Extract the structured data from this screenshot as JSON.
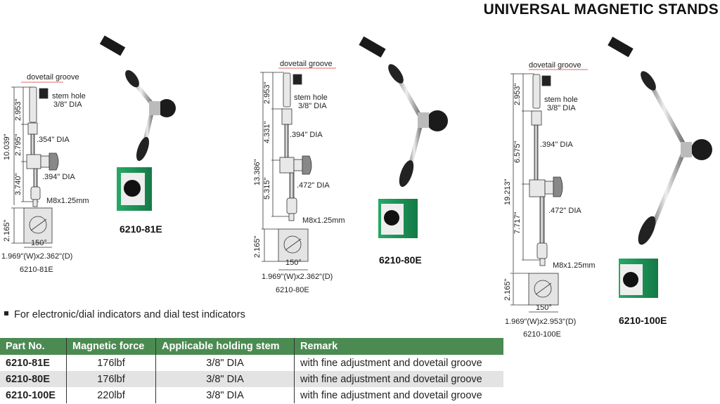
{
  "page": {
    "title": "UNIVERSAL MAGNETIC STANDS",
    "note": "For electronic/dial indicators and dial test indicators"
  },
  "drawings": [
    {
      "model": "6210-81E",
      "dovetail": "dovetail groove",
      "stem_hole": [
        "stem  hole",
        "3/8\" DIA"
      ],
      "total": "10.039\"",
      "segments": [
        "2.953\"",
        "2.795\"",
        "3.740\""
      ],
      "rod_dias": [
        ".354\" DIA",
        ".394\" DIA"
      ],
      "thread": "M8x1.25mm",
      "base_height": "2.165\"",
      "angle": "150°",
      "base_size": "1.969\"(W)x2.362\"(D)"
    },
    {
      "model": "6210-80E",
      "dovetail": "dovetail groove",
      "stem_hole": [
        "stem  hole",
        "3/8\" DIA"
      ],
      "total": "13.386\"",
      "segments": [
        "2.953\"",
        "4.331\"",
        "5.315\""
      ],
      "rod_dias": [
        ".394\" DIA",
        ".472\" DIA"
      ],
      "thread": "M8x1.25mm",
      "base_height": "2.165\"",
      "angle": "150°",
      "base_size": "1.969\"(W)x2.362\"(D)"
    },
    {
      "model": "6210-100E",
      "dovetail": "dovetail groove",
      "stem_hole": [
        "stem hole",
        "3/8\" DIA"
      ],
      "total": "19.213\"",
      "segments": [
        "2.953\"",
        "6.575\"",
        "7.717\""
      ],
      "rod_dias": [
        ".394\" DIA",
        ".472\" DIA"
      ],
      "thread": "M8x1.25mm",
      "base_height": "2.165\"",
      "angle": "150°",
      "base_size": "1.969\"(W)x2.953\"(D)"
    }
  ],
  "photos": [
    {
      "caption": "6210-81E"
    },
    {
      "caption": "6210-80E"
    },
    {
      "caption": "6210-100E"
    }
  ],
  "colors": {
    "base_green": "#1f9a5c",
    "header_green": "#4b8b52"
  },
  "table": {
    "headers": [
      "Part No.",
      "Magnetic force",
      "Applicable holding stem",
      "Remark"
    ],
    "rows": [
      [
        "6210-81E",
        "176lbf",
        "3/8\" DIA",
        "with fine adjustment and dovetail groove"
      ],
      [
        "6210-80E",
        "176lbf",
        "3/8\" DIA",
        "with fine adjustment and dovetail groove"
      ],
      [
        "6210-100E",
        "220lbf",
        "3/8\" DIA",
        "with fine adjustment and dovetail groove"
      ]
    ]
  }
}
